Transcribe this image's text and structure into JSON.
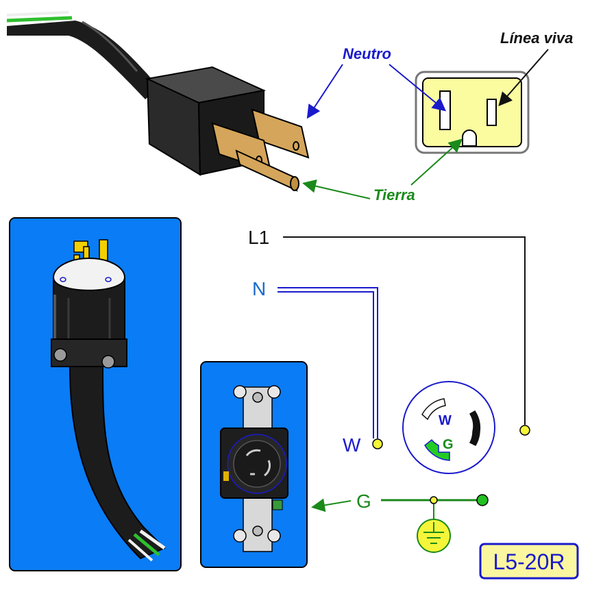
{
  "labels": {
    "neutro": "Neutro",
    "linea_viva": "Línea viva",
    "tierra": "Tierra",
    "l1": "L1",
    "n": "N",
    "w": "W",
    "g": "G",
    "receptacle_w": "W",
    "receptacle_g": "G",
    "model": "L5-20R"
  },
  "colors": {
    "neutral_blue": "#1a1acc",
    "ground_green": "#1a8a1a",
    "live_black": "#111111",
    "panel_blue": "#0a7cf5",
    "outlet_yellow": "#fbfba0",
    "terminal_yellow": "#f5f53a",
    "model_box_yellow": "#fbf7a0"
  },
  "icons": {
    "ground": "ground-symbol-icon",
    "plug": "three-prong-plug-icon",
    "outlet": "nema-outlet-icon",
    "twistlock_plug": "twist-lock-plug-icon",
    "receptacle": "twist-lock-receptacle-icon"
  }
}
